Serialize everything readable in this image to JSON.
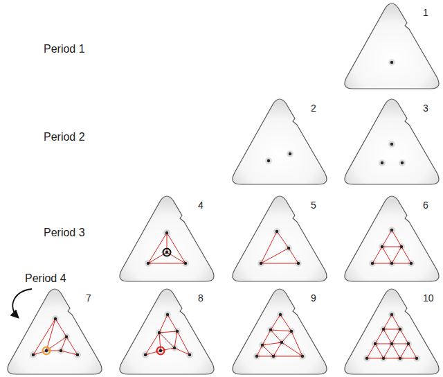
{
  "diagram": {
    "nodes": [
      {
        "text": [
          "1"
        ]
      },
      {
        "text": [
          "2"
        ]
      },
      {
        "text": [
          "3"
        ]
      },
      {
        "text": [
          "4"
        ]
      },
      {
        "text": [
          "5"
        ]
      },
      {
        "text": [
          "6"
        ]
      },
      {
        "text": [
          "7"
        ]
      },
      {
        "text": [
          "8"
        ]
      },
      {
        "text": [
          "9"
        ]
      },
      {
        "text": [
          "10"
        ]
      }
    ],
    "labels": [
      "Period 1",
      "Period 2",
      "Period 3",
      "Period 4"
    ]
  }
}
